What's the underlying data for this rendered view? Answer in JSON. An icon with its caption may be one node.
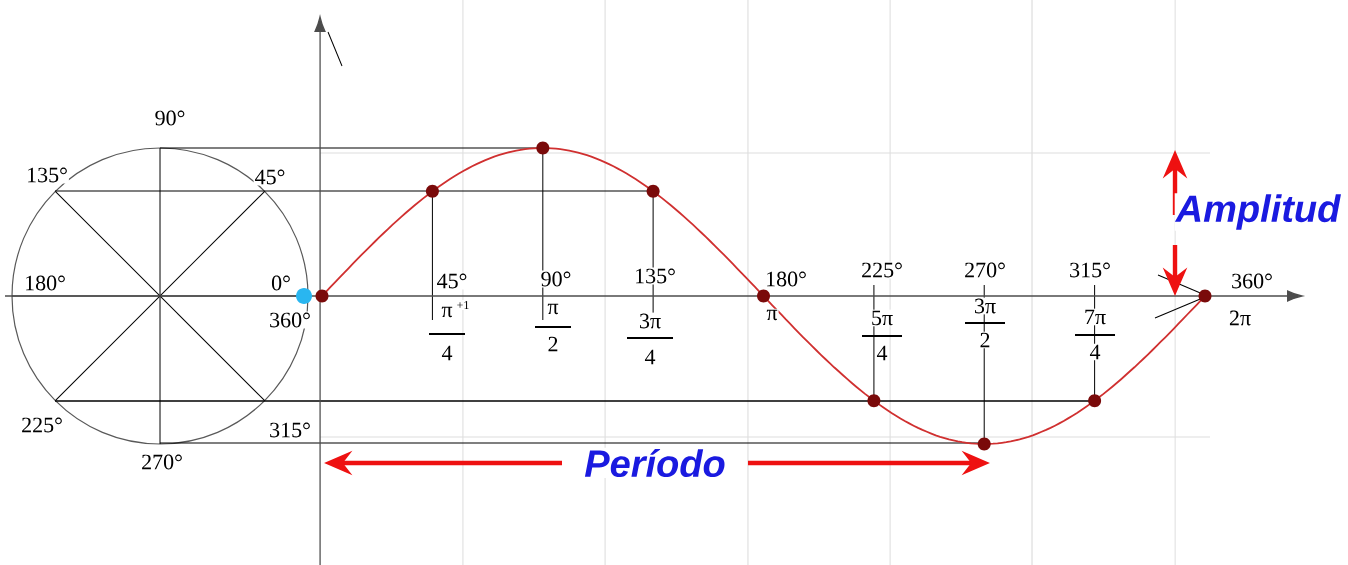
{
  "diagram": {
    "labels": [
      "90°",
      "135°",
      "45°",
      "180°",
      "0°",
      "360°",
      "45°",
      "90°",
      "135°",
      "180°",
      "225°",
      "270°",
      "315°",
      "360°",
      "π",
      "+1",
      "4",
      "π",
      "2",
      "3π",
      "4",
      "π",
      "5π",
      "4",
      "3π",
      "2",
      "7π",
      "4",
      "2π",
      "Amplitud",
      "225°",
      "315°",
      "270°",
      "Período"
    ]
  }
}
